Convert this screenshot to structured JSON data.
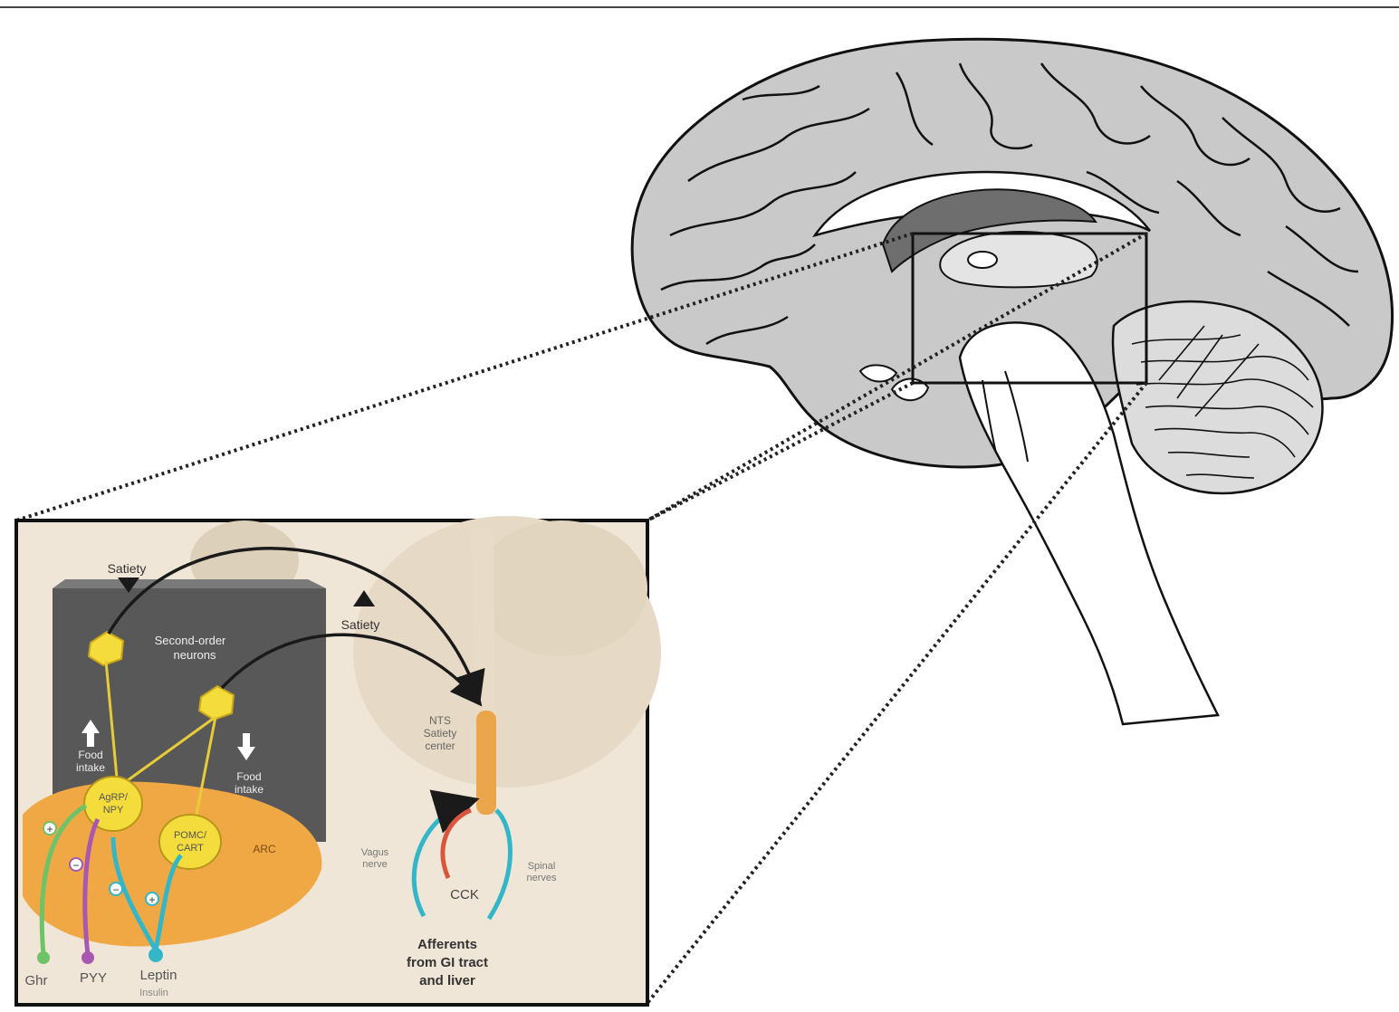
{
  "inset": {
    "labels": {
      "satiety_top": "Satiety",
      "satiety_right": "Satiety",
      "second_order_line1": "Second-order",
      "second_order_line2": "neurons",
      "food_intake_up_line1": "Food",
      "food_intake_up_line2": "intake",
      "food_intake_down_line1": "Food",
      "food_intake_down_line2": "intake",
      "agrp_line1": "AgRP/",
      "agrp_line2": "NPY",
      "pomc_line1": "POMC/",
      "pomc_line2": "CART",
      "arc": "ARC",
      "nts_line1": "NTS",
      "nts_line2": "Satiety",
      "nts_line3": "center",
      "vagus_line1": "Vagus",
      "vagus_line2": "nerve",
      "spinal_line1": "Spinal",
      "spinal_line2": "nerves",
      "cck": "CCK",
      "afferents_line1": "Afferents",
      "afferents_line2": "from GI tract",
      "afferents_line3": "and liver",
      "ghr": "Ghr",
      "pyy": "PYY",
      "leptin": "Leptin",
      "insulin": "Insulin",
      "minus_sign": "−",
      "plus_sign": "+"
    }
  },
  "colors": {
    "brain_fill": "#c9c9c9",
    "brain_dark": "#6e6e6e",
    "inset_bg": "#efe6d8",
    "hypothalamus": "#585858",
    "arc_orange": "#f0a844",
    "neuron_yellow": "#f4dc3c",
    "ghrelin_green": "#6fc267",
    "pyy_purple": "#a858b0",
    "leptin_cyan": "#33b6c8",
    "cck_red": "#d8573c",
    "nts_orange": "#eba54a"
  }
}
